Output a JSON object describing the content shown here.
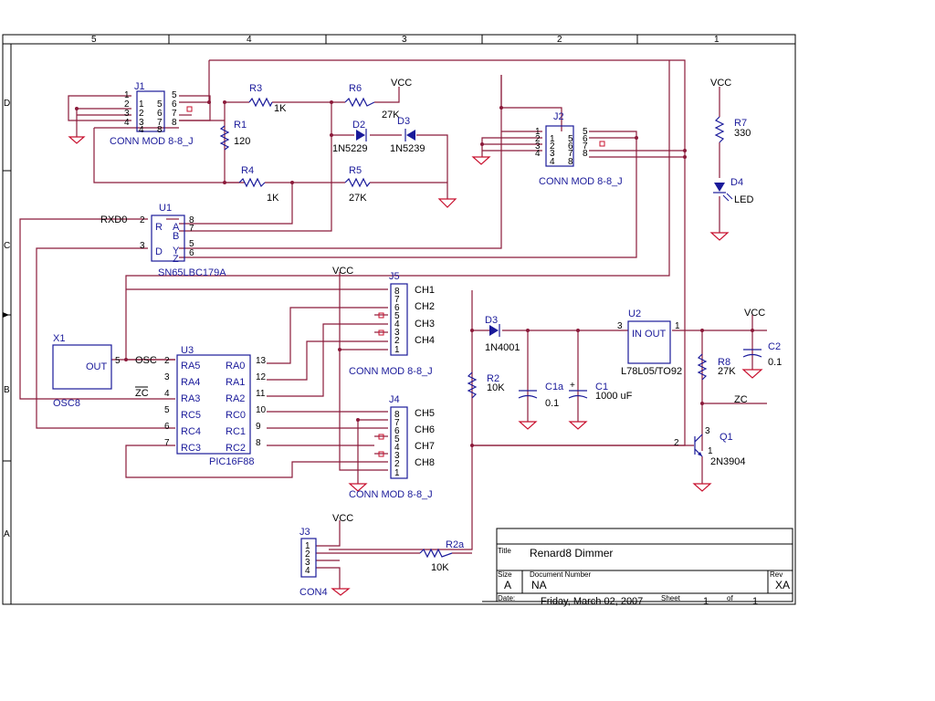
{
  "border": {
    "col_marks": [
      "5",
      "4",
      "3",
      "2",
      "1"
    ],
    "row_marks": [
      "D",
      "C",
      "B",
      "A"
    ]
  },
  "parts": {
    "J1": {
      "ref": "J1",
      "name": "CONN MOD 8-8_J",
      "pins_l": [
        "1",
        "2",
        "3",
        "4"
      ],
      "pins_r": [
        "5",
        "6",
        "7",
        "8"
      ],
      "inner_l": [
        "5",
        "6",
        "7",
        "8"
      ]
    },
    "J2": {
      "ref": "J2",
      "name": "CONN MOD 8-8_J",
      "pins_l": [
        "1",
        "2",
        "3",
        "4"
      ],
      "pins_r": [
        "5",
        "6",
        "7",
        "8"
      ],
      "inner_l": [
        "5",
        "6",
        "7",
        "8"
      ]
    },
    "R1": {
      "ref": "R1",
      "val": "120"
    },
    "R3": {
      "ref": "R3",
      "val": "1K"
    },
    "R4": {
      "ref": "R4",
      "val": "1K"
    },
    "R5": {
      "ref": "R5",
      "val": "27K"
    },
    "R6": {
      "ref": "R6",
      "val": "27K"
    },
    "R7": {
      "ref": "R7",
      "val": "330"
    },
    "D2": {
      "ref": "D2",
      "val": "1N5229"
    },
    "D3a": {
      "ref": "D3",
      "val": "1N5239"
    },
    "D4": {
      "ref": "D4",
      "val": "LED"
    },
    "U1": {
      "ref": "U1",
      "name": "SN65LBC179A",
      "pins": [
        "R",
        "D",
        "A",
        "B",
        "Y",
        "Z"
      ],
      "pnums": [
        "2",
        "3",
        "8",
        "7",
        "5",
        "6"
      ],
      "net_rxd": "RXD0"
    },
    "J5": {
      "ref": "J5",
      "name": "CONN MOD 8-8_J",
      "pins": [
        "8",
        "7",
        "6",
        "5",
        "4",
        "3",
        "2",
        "1"
      ],
      "ch": [
        "CH1",
        "CH2",
        "CH3",
        "CH4"
      ]
    },
    "J4": {
      "ref": "J4",
      "name": "CONN MOD 8-8_J",
      "pins": [
        "8",
        "7",
        "6",
        "5",
        "4",
        "3",
        "2",
        "1"
      ],
      "ch": [
        "CH5",
        "CH6",
        "CH7",
        "CH8"
      ]
    },
    "X1": {
      "ref": "X1",
      "name": "OSC8",
      "pin": "OUT",
      "pnum": "5"
    },
    "U3": {
      "ref": "U3",
      "name": "PIC16F88",
      "left": [
        "RA5",
        "RA4",
        "RA3",
        "RC5",
        "RC4",
        "RC3"
      ],
      "lnums": [
        "2",
        "3",
        "4",
        "5",
        "6",
        "7"
      ],
      "right": [
        "RA0",
        "RA1",
        "RA2",
        "RC0",
        "RC1",
        "RC2"
      ],
      "rnums": [
        "13",
        "12",
        "11",
        "10",
        "9",
        "8"
      ],
      "net_osc": "OSC",
      "net_zc": "ZC"
    },
    "D3b": {
      "ref": "D3",
      "val": "1N4001"
    },
    "U2": {
      "ref": "U2",
      "name": "L78L05/TO92",
      "pins": "IN  OUT",
      "p3": "3",
      "p1": "1"
    },
    "C2": {
      "ref": "C2",
      "val": "0.1"
    },
    "R8": {
      "ref": "R8",
      "val": "27K"
    },
    "R2": {
      "ref": "R2",
      "val": "10K"
    },
    "C1a": {
      "ref": "C1a",
      "val": "0.1"
    },
    "C1": {
      "ref": "C1",
      "val": "1000 uF"
    },
    "Q1": {
      "ref": "Q1",
      "name": "2N3904",
      "p3": "3",
      "p2": "2",
      "p1": "1",
      "net_zc": "ZC"
    },
    "J3": {
      "ref": "J3",
      "name": "CON4",
      "pins": [
        "1",
        "2",
        "3",
        "4"
      ]
    },
    "R2a": {
      "ref": "R2a",
      "val": "10K"
    }
  },
  "vcc": "VCC",
  "title_block": {
    "title_label": "Title",
    "title": "Renard8 Dimmer",
    "size_label": "Size",
    "size": "A",
    "doc_label": "Document Number",
    "doc": "NA",
    "rev_label": "Rev",
    "rev": "XA",
    "date_label": "Date:",
    "date": "Friday, March 02, 2007",
    "sheet_label": "Sheet",
    "sheet": "1",
    "of_label": "of",
    "of": "1"
  }
}
